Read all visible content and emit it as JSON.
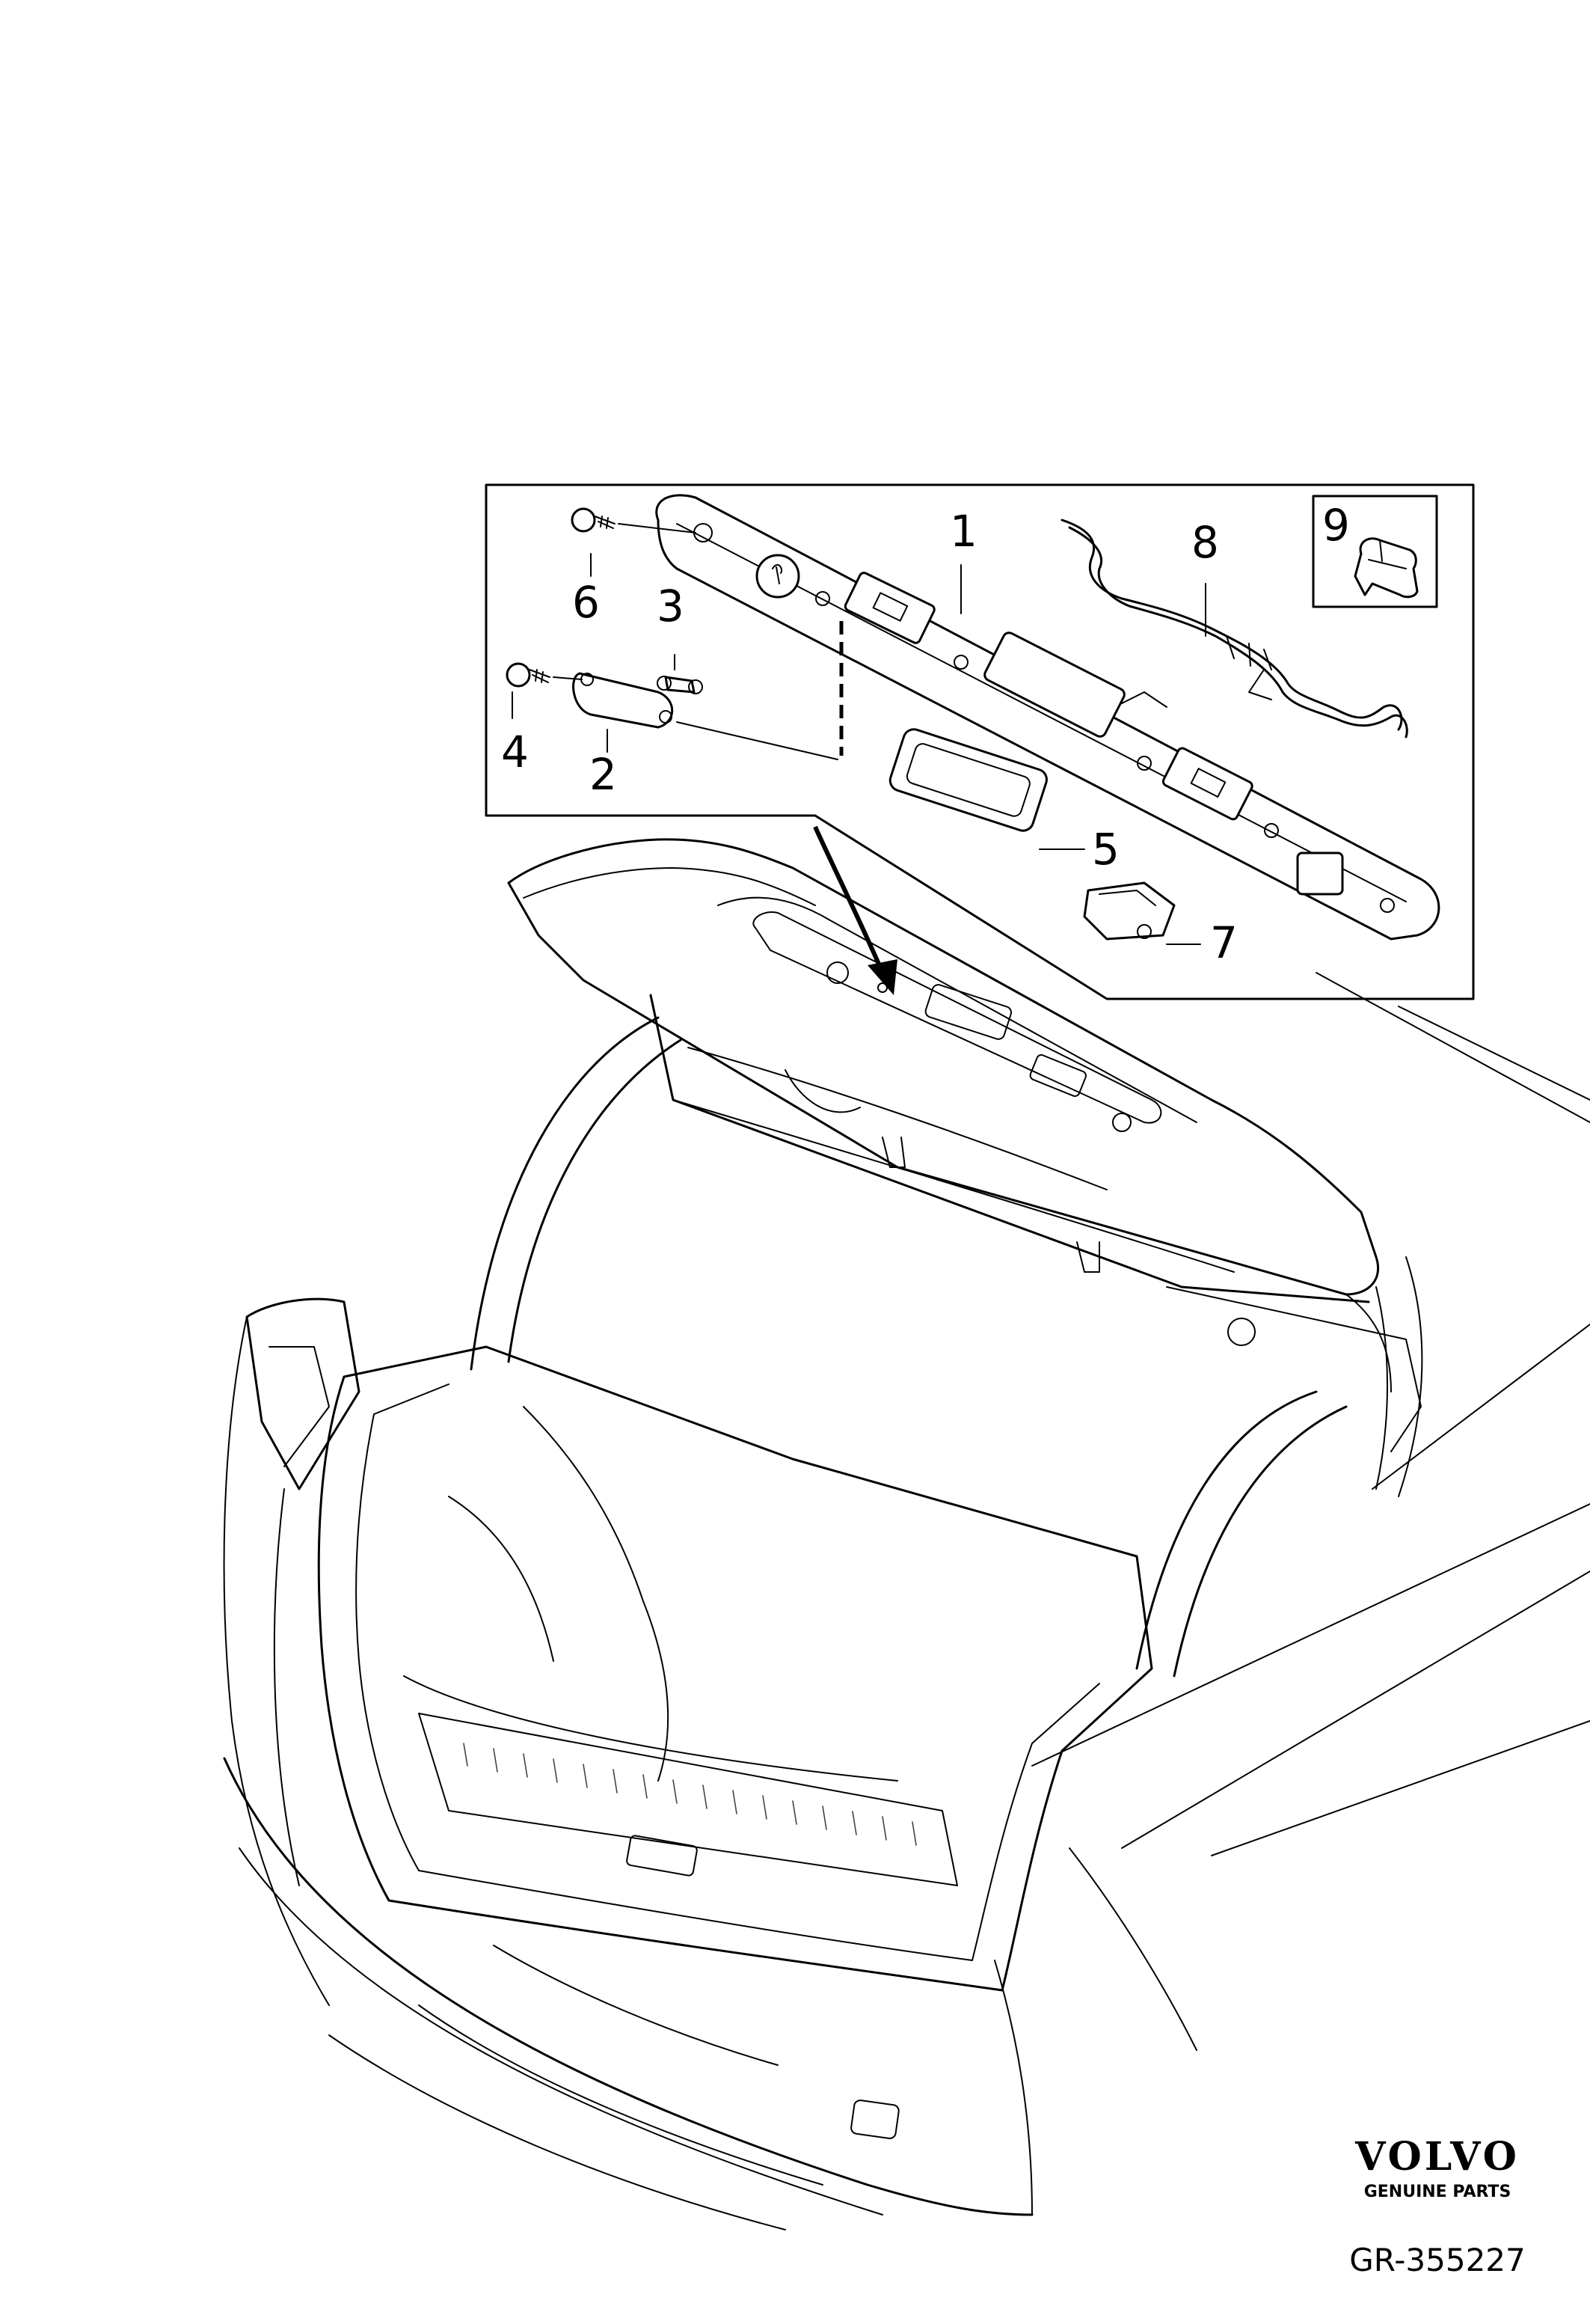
{
  "callouts": [
    {
      "id": "1",
      "label": "1"
    },
    {
      "id": "2",
      "label": "2"
    },
    {
      "id": "3",
      "label": "3"
    },
    {
      "id": "4",
      "label": "4"
    },
    {
      "id": "5",
      "label": "5"
    },
    {
      "id": "6",
      "label": "6"
    },
    {
      "id": "7",
      "label": "7"
    },
    {
      "id": "8",
      "label": "8"
    },
    {
      "id": "9",
      "label": "9"
    }
  ],
  "brand": {
    "name": "VOLVO",
    "tagline": "GENUINE PARTS",
    "reference": "GR-355227"
  }
}
